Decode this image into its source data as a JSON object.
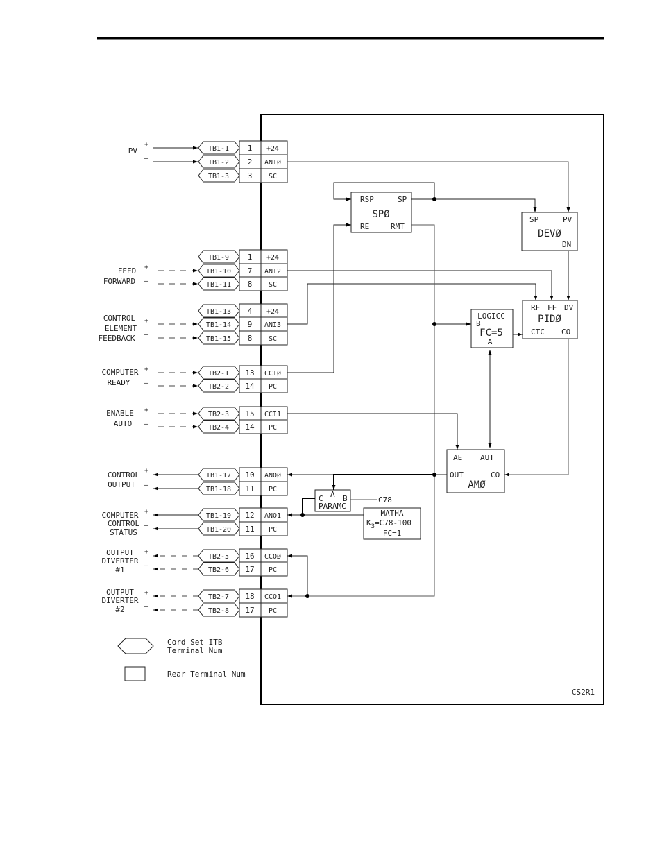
{
  "signals": {
    "pv": "PV",
    "feed_1": "FEED",
    "feed_2": "FORWARD",
    "ce_1": "CONTROL",
    "ce_2": "ELEMENT",
    "ce_3": "FEEDBACK",
    "cr_1": "COMPUTER",
    "cr_2": "READY",
    "ea_1": "ENABLE",
    "ea_2": "AUTO",
    "co_1": "CONTROL",
    "co_2": "OUTPUT",
    "ccs_1": "COMPUTER",
    "ccs_2": "CONTROL",
    "ccs_3": "STATUS",
    "od1_1": "OUTPUT",
    "od1_2": "DIVERTER",
    "od1_3": "#1",
    "od2_1": "OUTPUT",
    "od2_2": "DIVERTER",
    "od2_3": "#2",
    "plus": "+",
    "minus": "–"
  },
  "terminals": [
    {
      "tb": "TB1-1",
      "num": "1",
      "name": "+24"
    },
    {
      "tb": "TB1-2",
      "num": "2",
      "name": "ANIØ"
    },
    {
      "tb": "TB1-3",
      "num": "3",
      "name": "SC"
    },
    {
      "tb": "TB1-9",
      "num": "1",
      "name": "+24"
    },
    {
      "tb": "TB1-10",
      "num": "7",
      "name": "ANI2"
    },
    {
      "tb": "TB1-11",
      "num": "8",
      "name": "SC"
    },
    {
      "tb": "TB1-13",
      "num": "4",
      "name": "+24"
    },
    {
      "tb": "TB1-14",
      "num": "9",
      "name": "ANI3"
    },
    {
      "tb": "TB1-15",
      "num": "8",
      "name": "SC"
    },
    {
      "tb": "TB2-1",
      "num": "13",
      "name": "CCIØ"
    },
    {
      "tb": "TB2-2",
      "num": "14",
      "name": "PC"
    },
    {
      "tb": "TB2-3",
      "num": "15",
      "name": "CCI1"
    },
    {
      "tb": "TB2-4",
      "num": "14",
      "name": "PC"
    },
    {
      "tb": "TB1-17",
      "num": "10",
      "name": "ANOØ"
    },
    {
      "tb": "TB1-18",
      "num": "11",
      "name": "PC"
    },
    {
      "tb": "TB1-19",
      "num": "12",
      "name": "ANO1"
    },
    {
      "tb": "TB1-20",
      "num": "11",
      "name": "PC"
    },
    {
      "tb": "TB2-5",
      "num": "16",
      "name": "CCOØ"
    },
    {
      "tb": "TB2-6",
      "num": "17",
      "name": "PC"
    },
    {
      "tb": "TB2-7",
      "num": "18",
      "name": "CCO1"
    },
    {
      "tb": "TB2-8",
      "num": "17",
      "name": "PC"
    }
  ],
  "blocks": {
    "sp": {
      "name": "SPØ",
      "rsp": "RSP",
      "sp": "SP",
      "re": "RE",
      "rmt": "RMT"
    },
    "dev": {
      "name": "DEVØ",
      "sp": "SP",
      "pv": "PV",
      "dn": "DN"
    },
    "pid": {
      "name": "PIDØ",
      "rf": "RF",
      "ff": "FF",
      "dv": "DV",
      "ctc": "CTC",
      "co": "CO"
    },
    "logic": {
      "name": "LOGICC",
      "b": "B",
      "fc": "FC=5",
      "a": "A"
    },
    "am": {
      "name": "AMØ",
      "ae": "AE",
      "aut": "AUT",
      "out": "OUT",
      "co": "CO"
    },
    "param": {
      "c": "C",
      "a": "A",
      "b": "B",
      "name": "PARAMC",
      "c78": "C78"
    },
    "math": {
      "name": "MATHA",
      "formula_pre": "K",
      "formula_sub": "3",
      "formula_post": "=C78-100",
      "fc": "FC=1"
    }
  },
  "legend": {
    "cordset_1": "Cord Set ITB",
    "cordset_2": "Terminal Num",
    "rear": "Rear Terminal Num"
  },
  "drawing_id": "CS2R1"
}
